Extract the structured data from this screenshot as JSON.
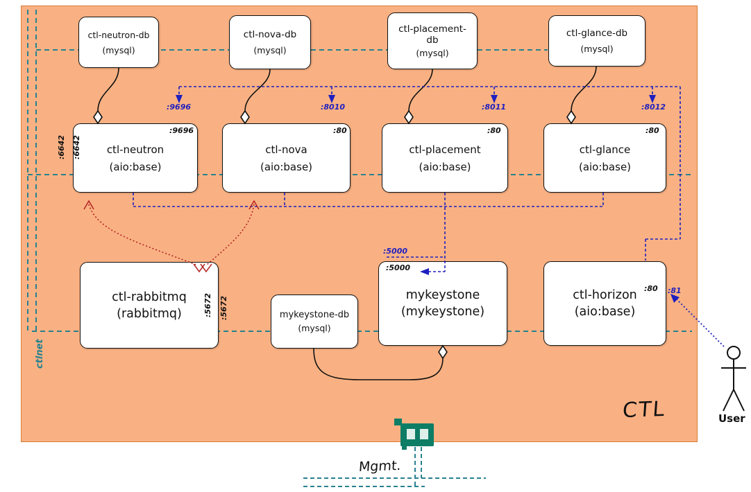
{
  "zone_label": "CTL",
  "network_label": "ctlnet",
  "mgmt_label": "Mgmt.",
  "user_label": "User",
  "db_row": [
    {
      "title": "ctl-neutron-db",
      "subtitle": "(mysql)"
    },
    {
      "title": "ctl-nova-db",
      "subtitle": "(mysql)"
    },
    {
      "title": "ctl-placement-db",
      "subtitle": "(mysql)"
    },
    {
      "title": "ctl-glance-db",
      "subtitle": "(mysql)"
    }
  ],
  "service_row": [
    {
      "title": "ctl-neutron",
      "subtitle": "(aio:base)",
      "internal_port": ":9696",
      "published_port": ":9696",
      "ovsdb_port_internal": ":6642",
      "ovsdb_port_external": ":6642"
    },
    {
      "title": "ctl-nova",
      "subtitle": "(aio:base)",
      "internal_port": ":80",
      "published_port": ":8010"
    },
    {
      "title": "ctl-placement",
      "subtitle": "(aio:base)",
      "internal_port": ":80",
      "published_port": ":8011"
    },
    {
      "title": "ctl-glance",
      "subtitle": "(aio:base)",
      "internal_port": ":80",
      "published_port": ":8012"
    }
  ],
  "bottom_row": [
    {
      "title": "ctl-rabbitmq",
      "subtitle": "(rabbitmq)",
      "internal_port": ":5672",
      "external_port": ":5672"
    },
    {
      "title": "mykeystone-db",
      "subtitle": "(mysql)"
    },
    {
      "title": "mykeystone",
      "subtitle": "(mykeystone)",
      "internal_port": ":5000",
      "published_port": ":5000"
    },
    {
      "title": "ctl-horizon",
      "subtitle": "(aio:base)",
      "internal_port": ":80",
      "published_port": ":81"
    }
  ],
  "colors": {
    "zone_fill": "#f9b183",
    "zone_border": "#d97a33",
    "network_line": "#26818f",
    "published_port_blue": "#1f1fbf",
    "amqp_red": "#b22222",
    "box_border": "#111111",
    "nic_green": "#0e7d66"
  }
}
